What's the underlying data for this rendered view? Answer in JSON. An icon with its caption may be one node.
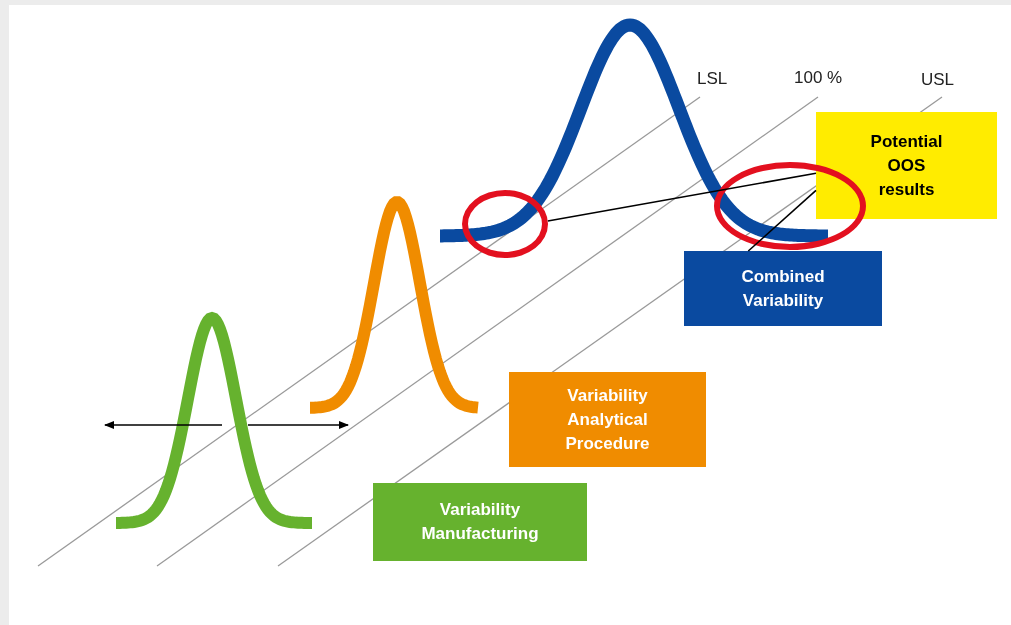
{
  "diagram": {
    "nodes": [
      {
        "text": [
          "Potential OOS results"
        ]
      },
      {
        "text": [],
        "shape": "circle"
      },
      {
        "text": [],
        "shape": "circle"
      },
      {
        "text": [
          "Combined Variability"
        ]
      },
      {
        "text": [
          "Variability Analytical Procedure"
        ]
      },
      {
        "text": [
          "Variability Manufacturing"
        ]
      }
    ],
    "edges": [
      {
        "from": 0,
        "to": 1,
        "arrow": "none"
      },
      {
        "from": 3,
        "to": 0,
        "arrow": "none"
      }
    ],
    "labels": [
      "LSL",
      "100 %",
      "USL"
    ]
  }
}
